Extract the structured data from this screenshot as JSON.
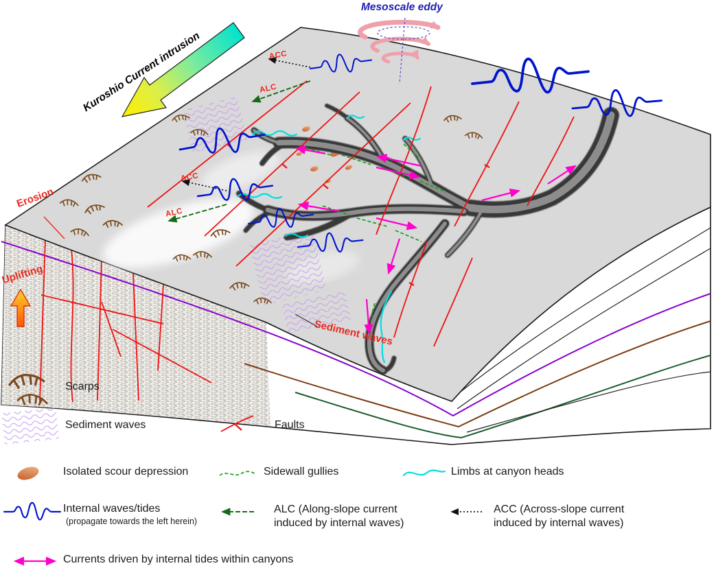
{
  "figure": {
    "labels": {
      "mesoscale_eddy": "Mesoscale eddy",
      "kuroshio": "Kuroshio Current intrusion",
      "erosion": "Erosion",
      "uplifting": "Uplifting",
      "sediment_waves": "Sediment waves",
      "acc": "ACC",
      "alc": "ALC"
    },
    "colors": {
      "surface_gray": "#d9d9d9",
      "fault_red": "#ee1111",
      "internal_wave_blue": "#0013cc",
      "canyon_current_magenta": "#ff00cc",
      "limb_cyan": "#00dede",
      "gully_green": "#17a017",
      "alc_green": "#156b15",
      "acc_black": "#111111",
      "eddy_pink": "#efa0aa",
      "strata_purple": "#8800cc",
      "strata_brown": "#7b3a10",
      "strata_green": "#1a5c2a",
      "kuroshio_gradient": [
        "#00e2cf",
        "#7deb9d",
        "#ffee00"
      ],
      "label_red": "#e8281e",
      "eddy_label_blue": "#1f1fb4"
    }
  },
  "legend": {
    "scarps": "Scarps",
    "sediment_waves": "Sediment waves",
    "faults": "Faults",
    "isolated_scour": "Isolated scour depression",
    "sidewall_gullies": "Sidewall gullies",
    "limbs": "Limbs at canyon heads",
    "internal_waves": "Internal waves/tides",
    "internal_waves_note": "(propagate towards the left herein)",
    "alc": "ALC (Along-slope current induced by internal waves)",
    "acc": "ACC (Across-slope current induced by internal waves)",
    "currents": "Currents driven by internal tides within canyons"
  }
}
